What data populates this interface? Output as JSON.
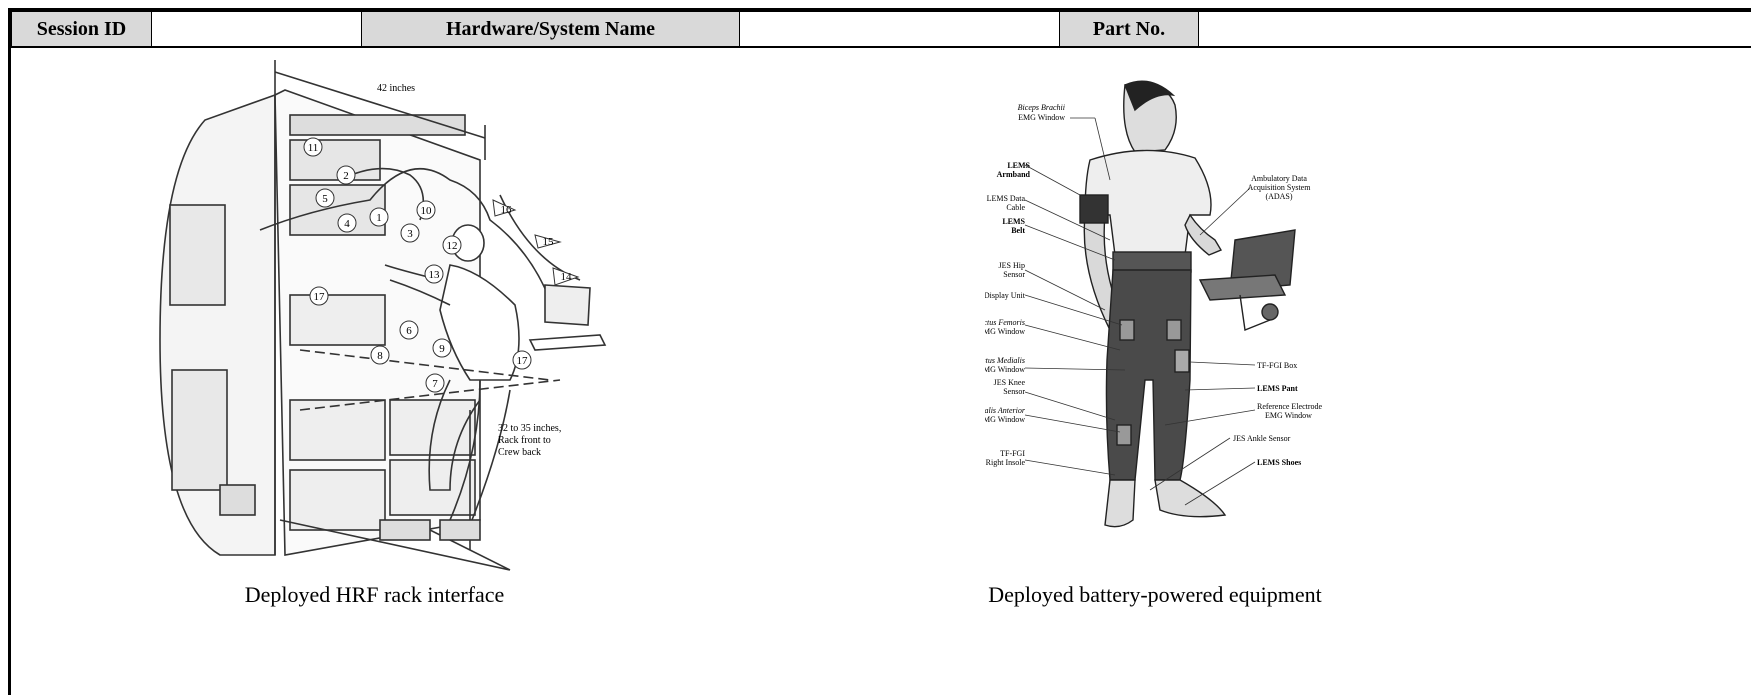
{
  "header": {
    "session_id_label": "Session ID",
    "session_id_value": "",
    "hardware_name_label": "Hardware/System Name",
    "hardware_name_value": "",
    "part_no_label": "Part No.",
    "part_no_value": ""
  },
  "figure_left": {
    "caption": "Deployed HRF rack interface",
    "width_label": "42 inches",
    "distance_label_1": "32 to 35 inches,",
    "distance_label_2": "Rack front to",
    "distance_label_3": "Crew back",
    "callouts": [
      "11",
      "2",
      "3",
      "5",
      "4",
      "1",
      "10",
      "16",
      "12",
      "13",
      "15",
      "14",
      "17",
      "6",
      "8",
      "9",
      "17",
      "7"
    ]
  },
  "figure_right": {
    "caption": "Deployed battery-powered equipment",
    "left_labels": [
      [
        "Biceps Brachii",
        "EMG Window"
      ],
      [
        "LEMS",
        "Armband"
      ],
      [
        "LEMS Data",
        "Cable"
      ],
      [
        "LEMS",
        "Belt"
      ],
      [
        "JES Hip",
        "Sensor"
      ],
      [
        "JES Display Unit",
        ""
      ],
      [
        "Rectus Femoris",
        "EMG Window"
      ],
      [
        "Vastus Medialis",
        "EMG Window"
      ],
      [
        "JES Knee",
        "Sensor"
      ],
      [
        "Tibialis Anterior",
        "EMG Window"
      ],
      [
        "TF-FGI",
        "Right Insole"
      ]
    ],
    "right_labels": [
      [
        "Ambulatory Data",
        "Acquisition System",
        "(ADAS)"
      ],
      [
        "TF-FGI Box"
      ],
      [
        "LEMS Pant"
      ],
      [
        "Reference Electrode",
        "EMG Window"
      ],
      [
        "JES Ankle Sensor"
      ],
      [
        "LEMS Shoes"
      ]
    ]
  }
}
